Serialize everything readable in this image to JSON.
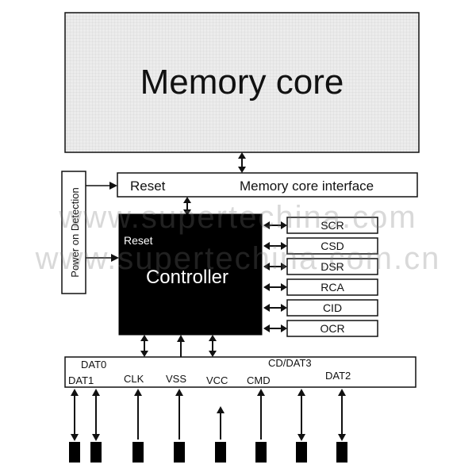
{
  "memory_core": {
    "label": "Memory core"
  },
  "interface_box": {
    "reset_label": "Reset",
    "label": "Memory core interface"
  },
  "power_detection": {
    "label": "Power on Detection"
  },
  "controller": {
    "reset_label": "Reset",
    "label": "Controller"
  },
  "registers": [
    "SCR",
    "CSD",
    "DSR",
    "RCA",
    "CID",
    "OCR"
  ],
  "pins": {
    "dat0": "DAT0",
    "dat1": "DAT1",
    "clk": "CLK",
    "vss": "VSS",
    "vcc": "VCC",
    "cmd": "CMD",
    "cd_dat3": "CD/DAT3",
    "dat2": "DAT2"
  },
  "watermarks": [
    "www.supertechina.com",
    "www.supertechina.com.cn"
  ],
  "colors": {
    "line": "#111111",
    "controller_fill": "#000000",
    "core_fill": "#e6e6e6"
  }
}
